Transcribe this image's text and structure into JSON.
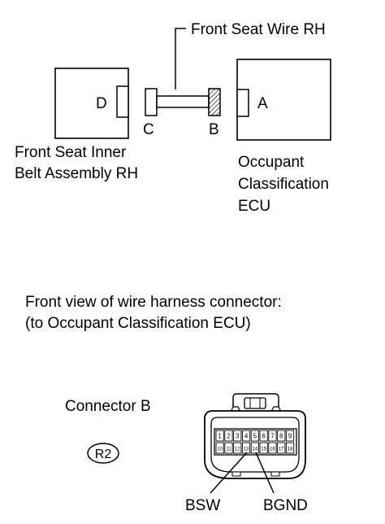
{
  "wire": {
    "title": "Front Seat Wire RH",
    "left_connector": "C",
    "right_connector": "B"
  },
  "belt_assembly": {
    "connector": "D",
    "name_line1": "Front Seat Inner",
    "name_line2": "Belt Assembly RH"
  },
  "ecu": {
    "connector": "A",
    "name_line1": "Occupant",
    "name_line2": "Classification",
    "name_line3": "ECU"
  },
  "front_view": {
    "line1": "Front view of wire harness connector:",
    "line2": "(to Occupant Classification ECU)"
  },
  "connector_detail": {
    "title": "Connector B",
    "code": "R2",
    "pins_row1": [
      "1",
      "2",
      "3",
      "4",
      "5",
      "6",
      "7",
      "8",
      "9"
    ],
    "pins_row2": [
      "10",
      "11",
      "12",
      "13",
      "14",
      "15",
      "16",
      "17",
      "18"
    ],
    "pin_label_left": "BSW",
    "pin_label_right": "BGND"
  }
}
